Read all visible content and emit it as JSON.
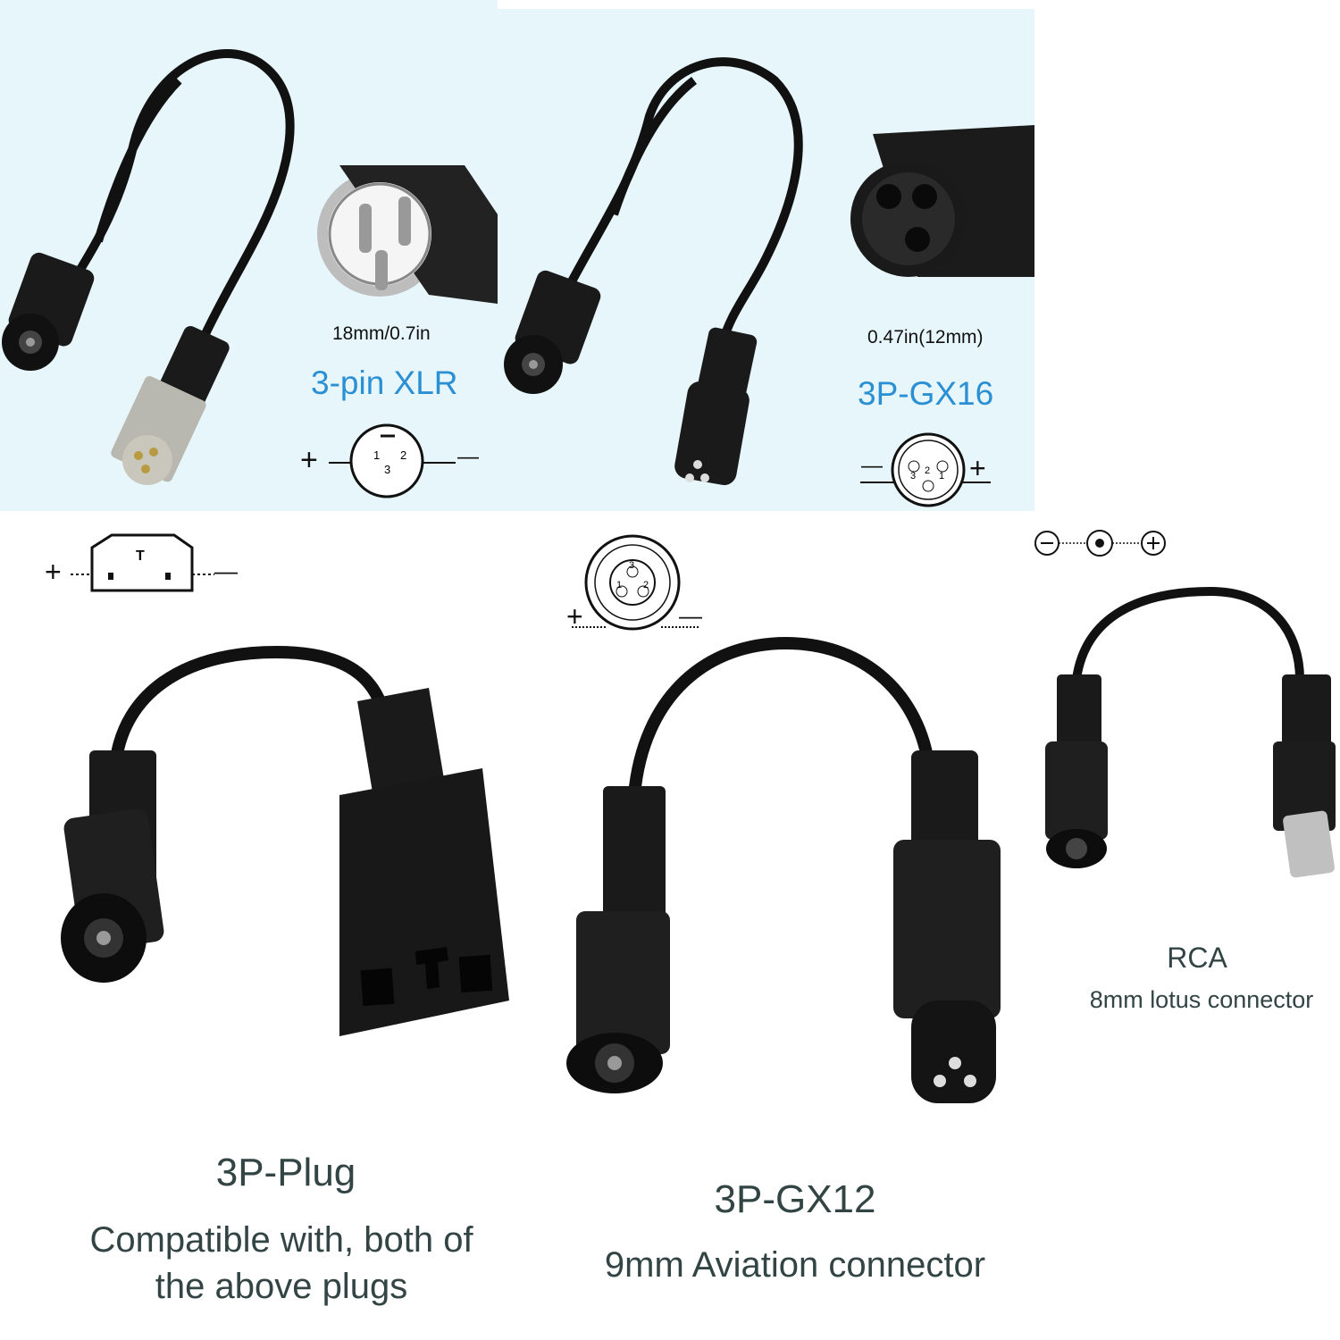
{
  "products": {
    "xlr": {
      "size": "18mm/0.7in",
      "type": "3-pin XLR",
      "pins": [
        "1",
        "2",
        "3"
      ],
      "plus": "+",
      "minus": "—"
    },
    "gx16": {
      "size": "0.47in(12mm)",
      "type": "3P-GX16",
      "pins": [
        "3",
        "2",
        "1"
      ],
      "plus": "+",
      "minus": "—"
    },
    "plug": {
      "title": "3P-Plug",
      "desc_line1": "Compatible with, both of",
      "desc_line2": "the above plugs",
      "plus": "+",
      "minus": "—",
      "pin": "T"
    },
    "gx12": {
      "title": "3P-GX12",
      "desc": "9mm Aviation connector",
      "pins": [
        "3",
        "1",
        "2"
      ],
      "plus": "+",
      "minus": "—"
    },
    "rca": {
      "title": "RCA",
      "desc": "8mm lotus connector"
    }
  },
  "colors": {
    "panel_bg": "#e6f6fb",
    "blue_label": "#2a8fd3",
    "gray_text": "#334444",
    "cable": "#111111"
  }
}
